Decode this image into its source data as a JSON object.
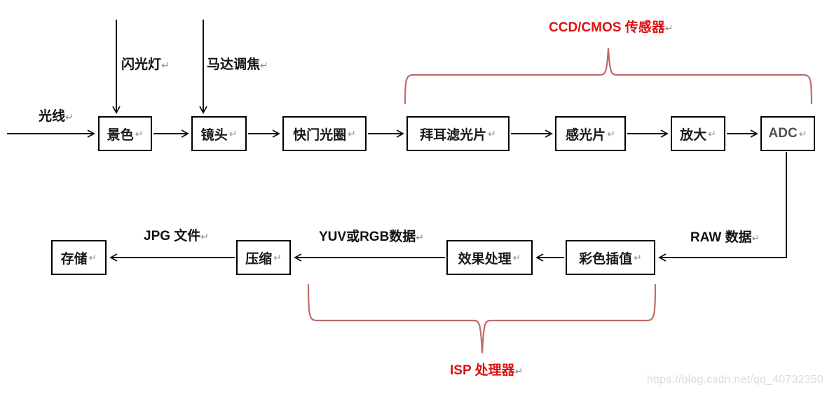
{
  "nodes": {
    "scene": "景色",
    "lens": "镜头",
    "shutter_aperture": "快门光圈",
    "bayer_filter": "拜耳滤光片",
    "photosensor": "感光片",
    "amplify": "放大",
    "adc": "ADC",
    "color_interpolation": "彩色插值",
    "effects_processing": "效果处理",
    "compression": "压缩",
    "storage": "存储"
  },
  "edge_labels": {
    "light": "光线",
    "flash": "闪光灯",
    "motor_focus": "马达调焦",
    "raw_data": "RAW 数据",
    "yuv_rgb_data": "YUV或RGB数据",
    "jpg_file": "JPG 文件"
  },
  "annotations": {
    "ccd_cmos_sensor": "CCD/CMOS 传感器",
    "isp_processor": "ISP 处理器"
  },
  "marks": {
    "pilcrow": "↵"
  },
  "watermark": "https://blog.csdn.net/qq_40732350",
  "colors": {
    "line_black": "#111111",
    "brace_red": "#c06a6a",
    "annotation_red": "#dd1111",
    "pilcrow_gray": "#8f8f8f",
    "adc_text_gray": "#4f4f4f",
    "watermark_gray": "#dcdcdc"
  }
}
